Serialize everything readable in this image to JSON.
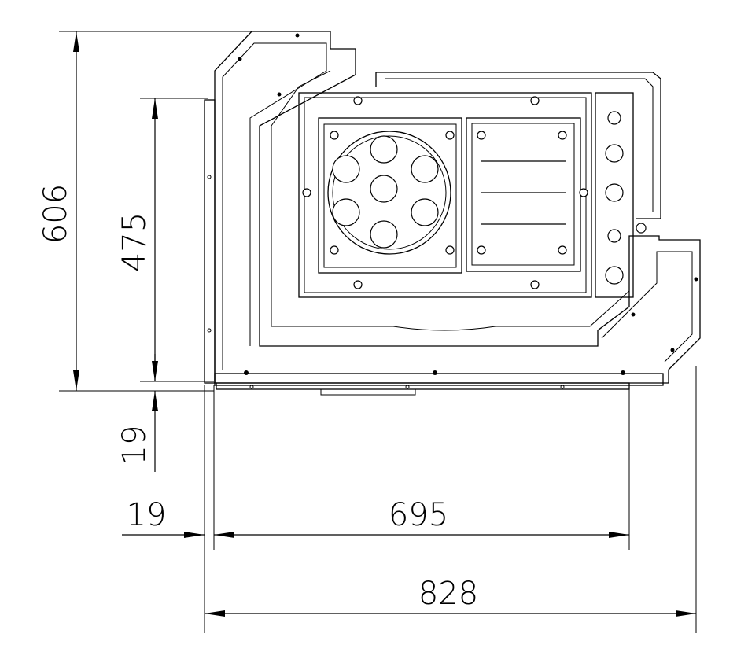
{
  "drawing": {
    "title": "Fireplace insert top view",
    "dimensions": {
      "overall_depth": "606",
      "inner_depth": "475",
      "bottom_offset": "19",
      "left_offset": "19",
      "front_width": "695",
      "overall_width": "828"
    },
    "colors": {
      "line": "#000000",
      "background": "#ffffff"
    }
  }
}
